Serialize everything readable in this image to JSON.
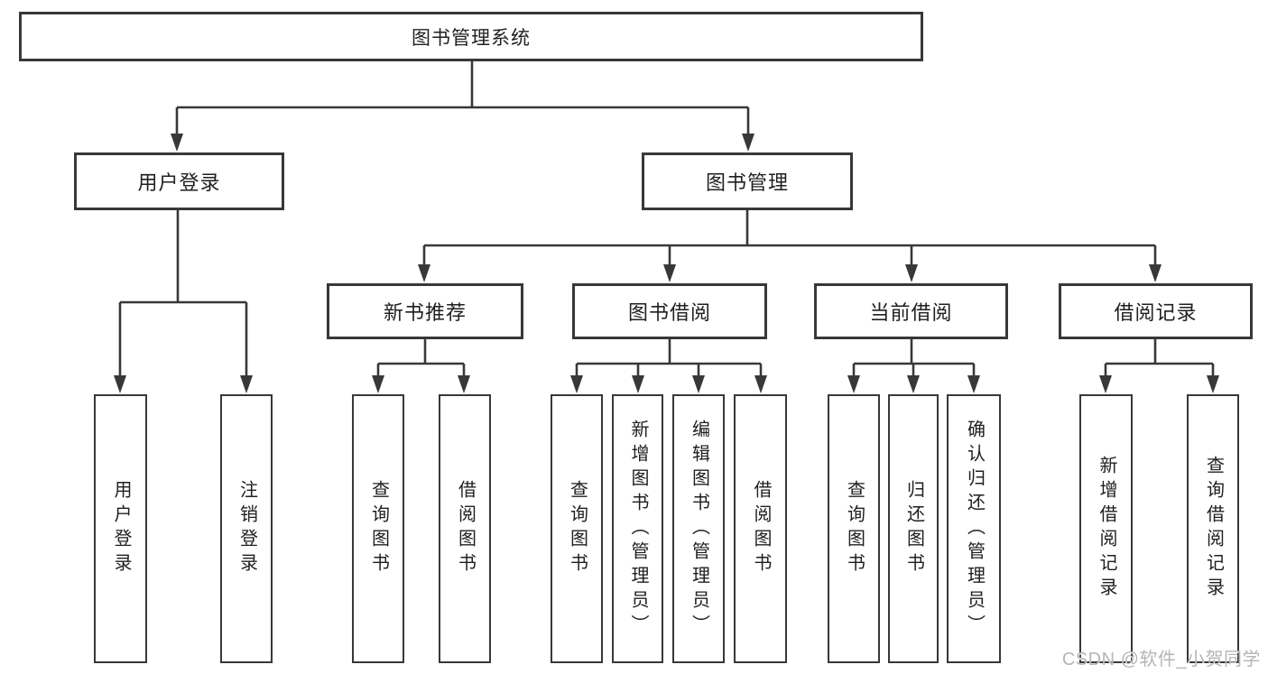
{
  "tree": {
    "root": "图书管理系统",
    "branches": [
      {
        "label": "用户登录",
        "children": [
          "用户登录",
          "注销登录"
        ]
      },
      {
        "label": "图书管理",
        "groups": [
          {
            "label": "新书推荐",
            "children": [
              "查询图书",
              "借阅图书"
            ]
          },
          {
            "label": "图书借阅",
            "children": [
              "查询图书",
              "新增图书（管理员）",
              "编辑图书（管理员）",
              "借阅图书"
            ]
          },
          {
            "label": "当前借阅",
            "children": [
              "查询图书",
              "归还图书",
              "确认归还（管理员）"
            ]
          },
          {
            "label": "借阅记录",
            "children": [
              "新增借阅记录",
              "查询借阅记录"
            ]
          }
        ]
      }
    ]
  },
  "colors": {
    "line": "#383838",
    "text": "#1f1f1f",
    "watermark": "#b5b5b5"
  },
  "watermark": "CSDN @软件_小贺同学"
}
